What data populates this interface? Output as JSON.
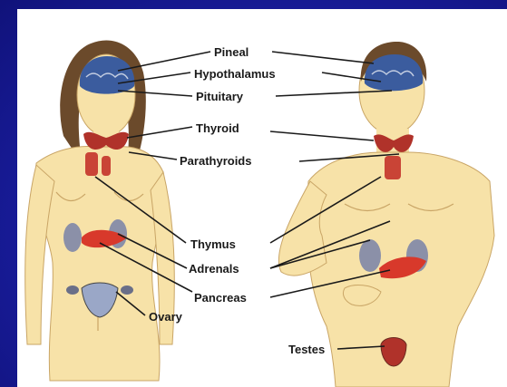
{
  "colors": {
    "background": "#1c20a8",
    "panel": "#ffffff",
    "skin": "#f7e2a8",
    "skin_shadow": "#e8c886",
    "hair": "#6b4a2b",
    "brain": "#3b5c9e",
    "thyroid": "#b0322a",
    "gland_red": "#d8392b",
    "kidney": "#8b90a8",
    "leader_line": "#1a1a1a"
  },
  "labels": {
    "pineal": "Pineal",
    "hypothalamus": "Hypothalamus",
    "pituitary": "Pituitary",
    "thyroid": "Thyroid",
    "parathyroids": "Parathyroids",
    "thymus": "Thymus",
    "adrenals": "Adrenals",
    "pancreas": "Pancreas",
    "ovary": "Ovary",
    "testes": "Testes"
  }
}
